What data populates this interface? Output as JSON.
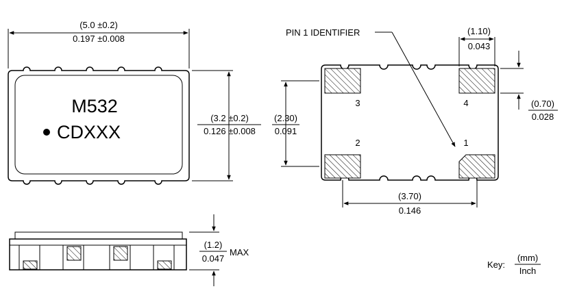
{
  "top_view": {
    "marking_line1": "M532",
    "marking_line2": "CDXXX",
    "length_mm": "(5.0 ±0.2)",
    "length_in": "0.197 ±0.008",
    "width_mm": "(3.2 ±0.2)",
    "width_in": "0.126 ±0.008"
  },
  "side_view": {
    "height_mm": "(1.2)",
    "height_in": "0.047",
    "height_suffix": "MAX"
  },
  "bottom_view": {
    "pin1_identifier": "PIN 1 IDENTIFIER",
    "pad_width_mm": "(1.10)",
    "pad_width_in": "0.043",
    "pad_height_mm": "(0.70)",
    "pad_height_in": "0.028",
    "pad_pitch_v_mm": "(2.30)",
    "pad_pitch_v_in": "0.091",
    "pad_pitch_h_mm": "(3.70)",
    "pad_pitch_h_in": "0.146",
    "pad_labels": [
      "3",
      "4",
      "2",
      "1"
    ]
  },
  "key": {
    "label": "Key:",
    "unit_top": "(mm)",
    "unit_bottom": "Inch"
  }
}
